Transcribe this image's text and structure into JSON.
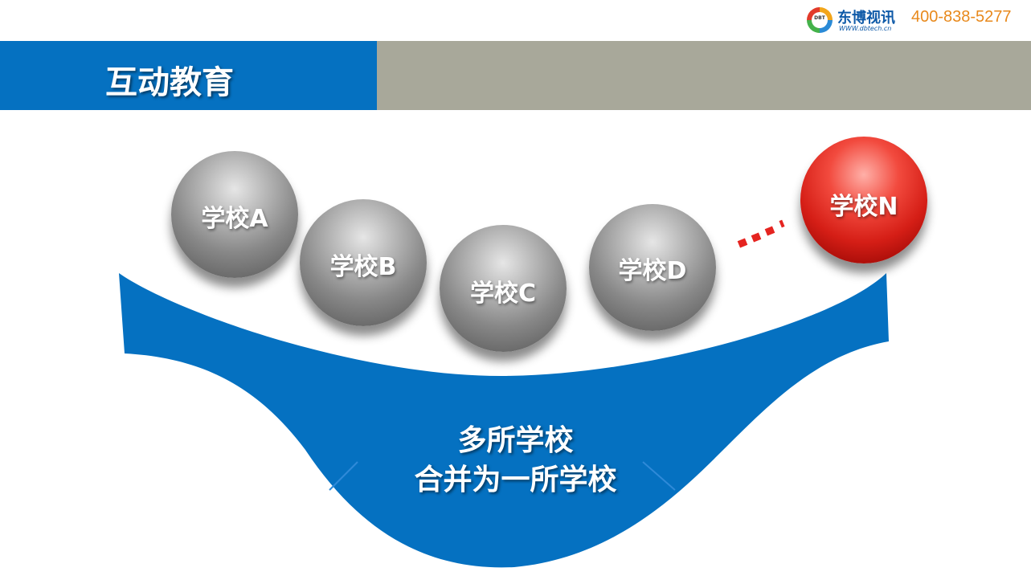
{
  "header": {
    "logo_name": "东博视讯",
    "logo_url": "WWW.dbtech.cn",
    "logo_mark_text": "DBT",
    "phone": "400-838-5277"
  },
  "title": "互动教育",
  "schools": [
    {
      "label": "学校A"
    },
    {
      "label": "学校B"
    },
    {
      "label": "学校C"
    },
    {
      "label": "学校D"
    },
    {
      "label": "学校N"
    }
  ],
  "merge": {
    "line1": "多所学校",
    "line2": "合并为一所学校"
  },
  "colors": {
    "title_bar": "#0571c1",
    "title_gray": "#a8a89a",
    "band": "#0571c1",
    "phone": "#e8891c",
    "highlight_sphere": "#d51e16",
    "sphere": "#888888"
  }
}
